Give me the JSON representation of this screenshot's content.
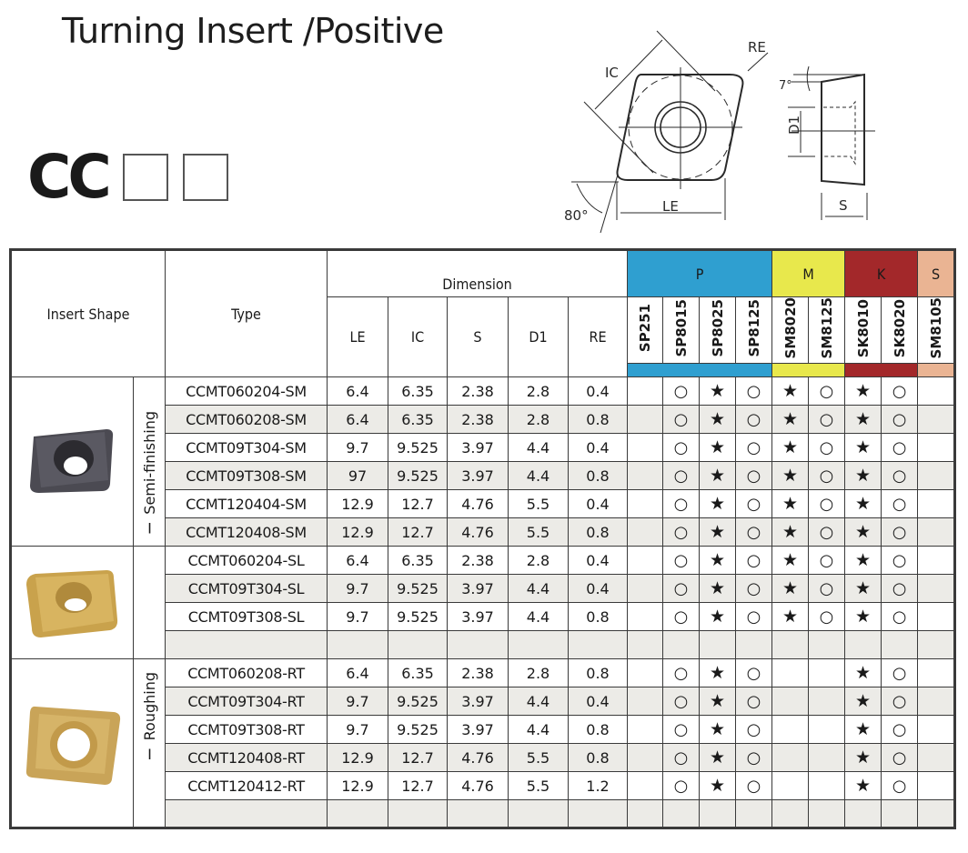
{
  "header": {
    "title": "Turning Insert /Positive",
    "code_prefix": "CC",
    "code_placeholders": 2
  },
  "diagram": {
    "labels": {
      "ic": "IC",
      "re": "RE",
      "le": "LE",
      "angle": "80°",
      "clearance": "7°",
      "d1": "D1",
      "s": "S"
    }
  },
  "table": {
    "headers": {
      "insert_shape": "Insert Shape",
      "type": "Type",
      "dimension": "Dimension",
      "dims": [
        "LE",
        "IC",
        "S",
        "D1",
        "RE"
      ]
    },
    "groups": [
      {
        "key": "P",
        "label": "P",
        "color": "#2f9fd0",
        "grades": [
          "SP251",
          "SP8015",
          "SP8025",
          "SP8125"
        ]
      },
      {
        "key": "M",
        "label": "M",
        "color": "#e8e84c",
        "grades": [
          "SM8020",
          "SM8125"
        ]
      },
      {
        "key": "K",
        "label": "K",
        "color": "#a3282a",
        "grades": [
          "SK8010",
          "SK8020"
        ]
      },
      {
        "key": "S",
        "label": "S",
        "color": "#eab493",
        "grades": [
          "SM8105"
        ]
      }
    ],
    "legend": {
      "star": "★",
      "circle": "○"
    },
    "sections": [
      {
        "label": "Ⅰ Semi-finishing",
        "images": [
          "dark-insert-image",
          "gold-insert-image"
        ],
        "rows": [
          {
            "type": "CCMT060204-SM",
            "le": "6.4",
            "ic": "6.35",
            "s": "2.38",
            "d1": "2.8",
            "re": "0.4",
            "grades": [
              "",
              "○",
              "★",
              "○",
              "★",
              "○",
              "★",
              "○",
              ""
            ]
          },
          {
            "type": "CCMT060208-SM",
            "le": "6.4",
            "ic": "6.35",
            "s": "2.38",
            "d1": "2.8",
            "re": "0.8",
            "grades": [
              "",
              "○",
              "★",
              "○",
              "★",
              "○",
              "★",
              "○",
              ""
            ]
          },
          {
            "type": "CCMT09T304-SM",
            "le": "9.7",
            "ic": "9.525",
            "s": "3.97",
            "d1": "4.4",
            "re": "0.4",
            "grades": [
              "",
              "○",
              "★",
              "○",
              "★",
              "○",
              "★",
              "○",
              ""
            ]
          },
          {
            "type": "CCMT09T308-SM",
            "le": "97",
            "ic": "9.525",
            "s": "3.97",
            "d1": "4.4",
            "re": "0.8",
            "grades": [
              "",
              "○",
              "★",
              "○",
              "★",
              "○",
              "★",
              "○",
              ""
            ]
          },
          {
            "type": "CCMT120404-SM",
            "le": "12.9",
            "ic": "12.7",
            "s": "4.76",
            "d1": "5.5",
            "re": "0.4",
            "grades": [
              "",
              "○",
              "★",
              "○",
              "★",
              "○",
              "★",
              "○",
              ""
            ]
          },
          {
            "type": "CCMT120408-SM",
            "le": "12.9",
            "ic": "12.7",
            "s": "4.76",
            "d1": "5.5",
            "re": "0.8",
            "grades": [
              "",
              "○",
              "★",
              "○",
              "★",
              "○",
              "★",
              "○",
              ""
            ]
          },
          {
            "type": "CCMT060204-SL",
            "le": "6.4",
            "ic": "6.35",
            "s": "2.38",
            "d1": "2.8",
            "re": "0.4",
            "grades": [
              "",
              "○",
              "★",
              "○",
              "★",
              "○",
              "★",
              "○",
              ""
            ]
          },
          {
            "type": "CCMT09T304-SL",
            "le": "9.7",
            "ic": "9.525",
            "s": "3.97",
            "d1": "4.4",
            "re": "0.4",
            "grades": [
              "",
              "○",
              "★",
              "○",
              "★",
              "○",
              "★",
              "○",
              ""
            ]
          },
          {
            "type": "CCMT09T308-SL",
            "le": "9.7",
            "ic": "9.525",
            "s": "3.97",
            "d1": "4.4",
            "re": "0.8",
            "grades": [
              "",
              "○",
              "★",
              "○",
              "★",
              "○",
              "★",
              "○",
              ""
            ]
          },
          {
            "type": "",
            "le": "",
            "ic": "",
            "s": "",
            "d1": "",
            "re": "",
            "grades": [
              "",
              "",
              "",
              "",
              "",
              "",
              "",
              "",
              ""
            ]
          }
        ]
      },
      {
        "label": "Ⅰ Roughing",
        "images": [
          "gold-roughing-insert-image"
        ],
        "rows": [
          {
            "type": "CCMT060208-RT",
            "le": "6.4",
            "ic": "6.35",
            "s": "2.38",
            "d1": "2.8",
            "re": "0.8",
            "grades": [
              "",
              "○",
              "★",
              "○",
              "",
              "",
              "★",
              "○",
              ""
            ]
          },
          {
            "type": "CCMT09T304-RT",
            "le": "9.7",
            "ic": "9.525",
            "s": "3.97",
            "d1": "4.4",
            "re": "0.4",
            "grades": [
              "",
              "○",
              "★",
              "○",
              "",
              "",
              "★",
              "○",
              ""
            ]
          },
          {
            "type": "CCMT09T308-RT",
            "le": "9.7",
            "ic": "9.525",
            "s": "3.97",
            "d1": "4.4",
            "re": "0.8",
            "grades": [
              "",
              "○",
              "★",
              "○",
              "",
              "",
              "★",
              "○",
              ""
            ]
          },
          {
            "type": "CCMT120408-RT",
            "le": "12.9",
            "ic": "12.7",
            "s": "4.76",
            "d1": "5.5",
            "re": "0.8",
            "grades": [
              "",
              "○",
              "★",
              "○",
              "",
              "",
              "★",
              "○",
              ""
            ]
          },
          {
            "type": "CCMT120412-RT",
            "le": "12.9",
            "ic": "12.7",
            "s": "4.76",
            "d1": "5.5",
            "re": "1.2",
            "grades": [
              "",
              "○",
              "★",
              "○",
              "",
              "",
              "★",
              "○",
              ""
            ]
          },
          {
            "type": "",
            "le": "",
            "ic": "",
            "s": "",
            "d1": "",
            "re": "",
            "grades": [
              "",
              "",
              "",
              "",
              "",
              "",
              "",
              "",
              ""
            ]
          }
        ]
      }
    ]
  }
}
